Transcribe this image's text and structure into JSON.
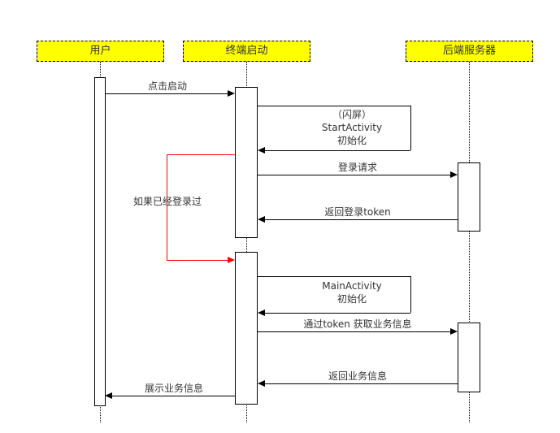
{
  "diagram": {
    "actors": [
      {
        "label": "用户"
      },
      {
        "label": "终端启动"
      },
      {
        "label": "后端服务器"
      }
    ],
    "messages": {
      "click_start": "点击启动",
      "splash_line1": "（闪屏）",
      "splash_line2": "StartActivity",
      "splash_line3": "初始化",
      "login_request": "登录请求",
      "return_token": "返回登录token",
      "already_logged_in": "如果已经登录过",
      "main_line1": "MainActivity",
      "main_line2": "初始化",
      "get_business": "通过token 获取业务信息",
      "return_business": "返回业务信息",
      "show_business": "展示业务信息"
    },
    "colors": {
      "actor_fill": "#ffff00",
      "line": "#000000",
      "red_arrow": "#ff0000"
    }
  }
}
